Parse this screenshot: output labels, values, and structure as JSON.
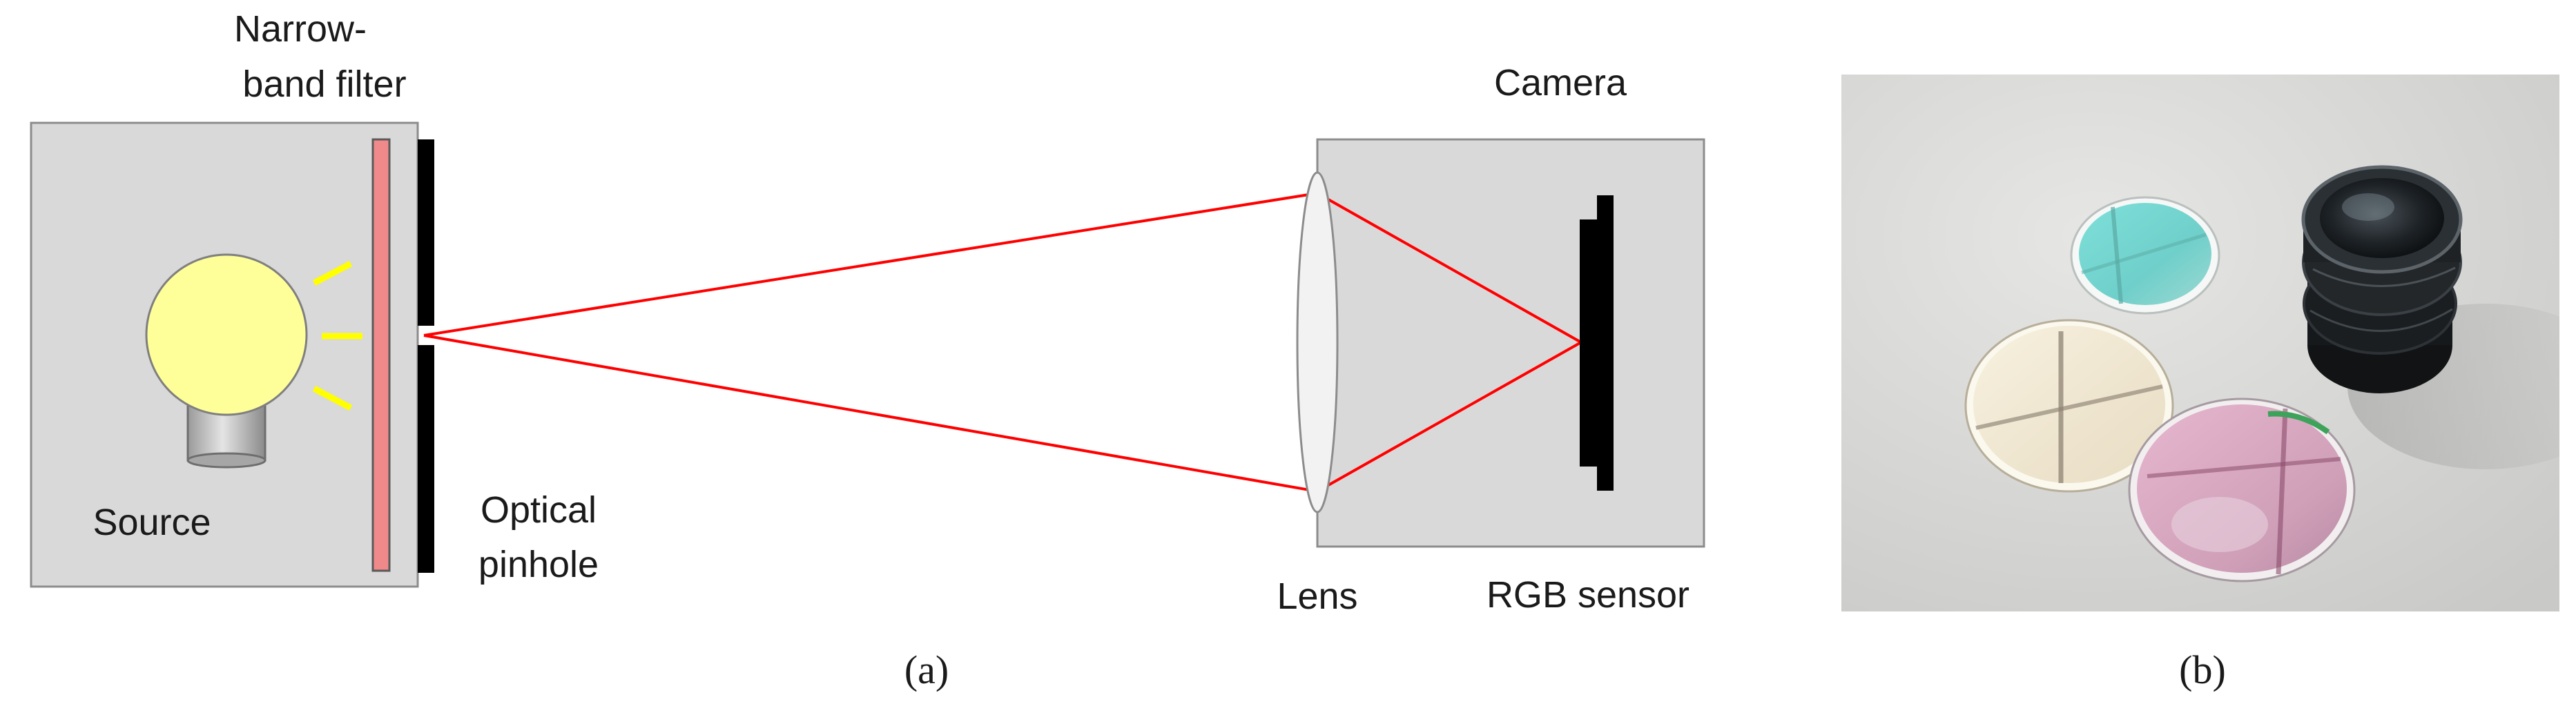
{
  "panel_a": {
    "labels": {
      "narrow_band_filter": [
        "Narrow-",
        "band filter"
      ],
      "camera": "Camera",
      "source": "Source",
      "optical_pinhole": [
        "Optical",
        "pinhole"
      ],
      "lens": "Lens",
      "rgb_sensor": "RGB sensor"
    },
    "caption": "(a)",
    "colors": {
      "box_fill": "#d9d9d9",
      "box_stroke": "#8c8c8c",
      "bulb": "#ffff99",
      "filter": "#f08a8a",
      "rays": "#ff0000",
      "light_dashes": "#ffff00",
      "pinhole_plate": "#000000",
      "sensor": "#000000",
      "lens": "#f2f2f2"
    }
  },
  "panel_b": {
    "caption": "(b)",
    "description_objects": [
      "cyan-filter-disc",
      "cream-filter-disc",
      "pink-filter-disc",
      "camera-lens"
    ]
  }
}
